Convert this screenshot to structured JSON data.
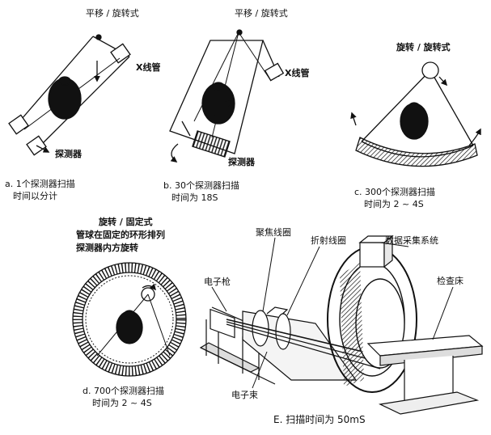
{
  "panel_a": {
    "title": "平移 / 旋转式",
    "tube_label": "X线管",
    "detector_label": "探测器",
    "caption_line1": "a. 1个探测器扫描",
    "caption_line2": "时间以分计"
  },
  "panel_b": {
    "title": "平移 / 旋转式",
    "tube_label": "X线管",
    "detector_label": "探测器",
    "caption_line1": "b. 30个探测器扫描",
    "caption_line2": "时间为 18S"
  },
  "panel_c": {
    "title": "旋转 / 旋转式",
    "caption_line1": "c. 300个探测器扫描",
    "caption_line2": "时间为 2 ~ 4S"
  },
  "panel_d": {
    "title": "旋转 / 固定式",
    "desc_line1": "管球在固定的环形排列",
    "desc_line2": "探测器内方旋转",
    "caption_line1": "d. 700个探测器扫描",
    "caption_line2": "时间为 2 ~ 4S"
  },
  "panel_e": {
    "focus_coil": "聚焦线圈",
    "deflection_coil": "折射线圈",
    "daq_system": "数据采集系统",
    "electron_gun": "电子枪",
    "exam_table": "检查床",
    "electron_beam": "电子束",
    "caption": "E. 扫描时间为 50mS"
  }
}
